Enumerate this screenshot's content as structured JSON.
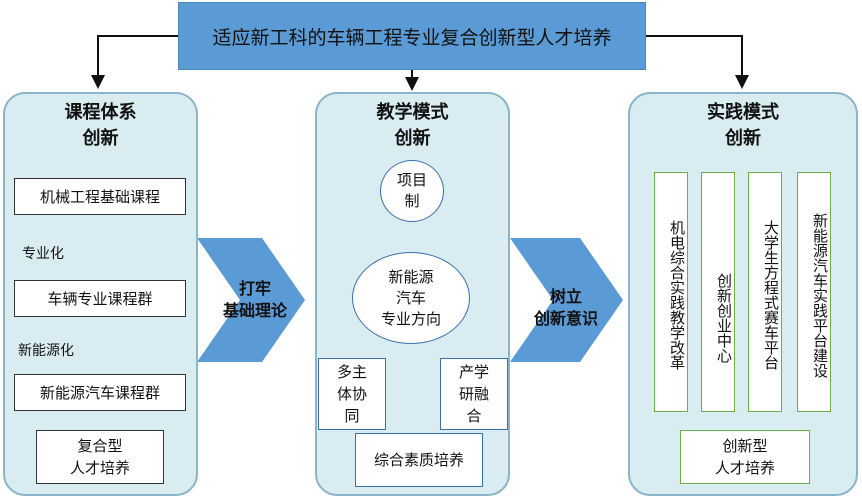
{
  "title": "适应新工科的车辆工程专业复合创新型人才培养",
  "left": {
    "heading_line1": "课程体系",
    "heading_line2": "创新",
    "box1": "机械工程基础课程",
    "label1": "专业化",
    "box2": "车辆专业课程群",
    "label2": "新能源化",
    "box3": "新能源汽车课程群",
    "result_line1": "复合型",
    "result_line2": "人才培养"
  },
  "arrow1": {
    "line1": "打牢",
    "line2": "基础理论"
  },
  "middle": {
    "heading_line1": "教学模式",
    "heading_line2": "创新",
    "circle_line1": "项目",
    "circle_line2": "制",
    "ellipse_line1": "新能源",
    "ellipse_line2": "汽车",
    "ellipse_line3": "专业方向",
    "left_box_line1": "多主",
    "left_box_line2": "体协",
    "left_box_line3": "同",
    "right_box_line1": "产学",
    "right_box_line2": "研融",
    "right_box_line3": "合",
    "bottom_box": "综合素质培养"
  },
  "arrow2": {
    "line1": "树立",
    "line2": "创新意识"
  },
  "right": {
    "heading_line1": "实践模式",
    "heading_line2": "创新",
    "v1": "机电综合实践教学改革",
    "v2": "创新创业中心",
    "v3": "大学生方程式赛车平台",
    "v4": "新能源汽车实践平台建设",
    "result_line1": "创新型",
    "result_line2": "人才培养"
  },
  "colors": {
    "title_bg": "#5b9bd5",
    "column_bg": "#d9ecf2",
    "column_border": "#8ab4c8",
    "chevron": "#5b9bd5",
    "green_border": "#70ad47"
  }
}
